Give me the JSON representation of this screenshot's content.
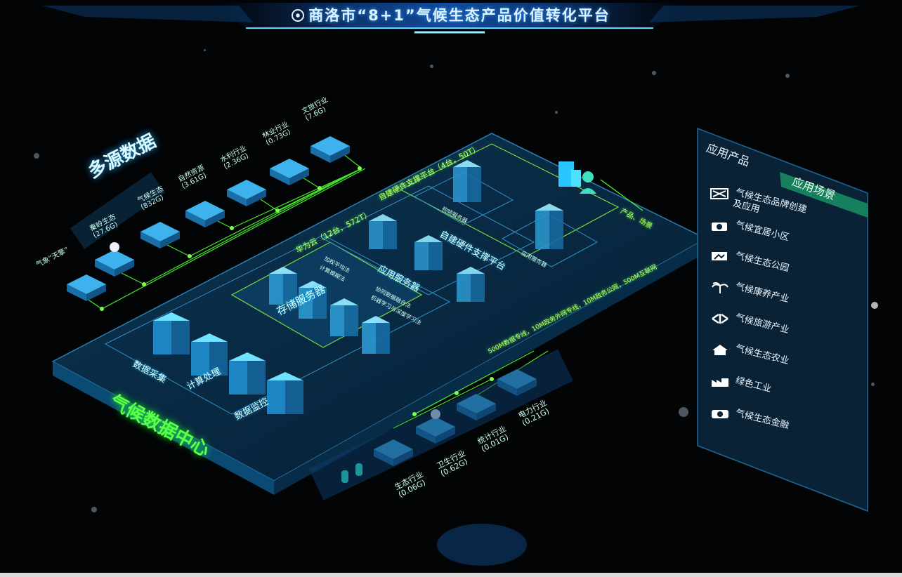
{
  "header": {
    "title": "商洛市“8+1”气候生态产品价值转化平台",
    "logo_icon": "emblem-icon"
  },
  "colors": {
    "background": "#020406",
    "platform": "#0d3b5c",
    "glow_green": "#39ff3a",
    "accent_cyan": "#29c6ff"
  },
  "multisource": {
    "title": "多源数据",
    "sources": [
      {
        "name": "气象“天擎”",
        "size": ""
      },
      {
        "name": "秦岭生态",
        "size": "(27.6G)"
      },
      {
        "name": "气候生态",
        "size": "(832G)"
      },
      {
        "name": "自然资源",
        "size": "(3.61G)"
      },
      {
        "name": "水利行业",
        "size": "(2.36G)"
      },
      {
        "name": "林业行业",
        "size": "(0.73G)"
      },
      {
        "name": "文旅行业",
        "size": "(7.6G)"
      }
    ]
  },
  "center": {
    "title": "气候数据中心",
    "huawei": "华为云（12台，572T）",
    "self_built_top": "自建硬件支撑平台（4台，50T）",
    "self_built_label": "自建硬件支撑平台",
    "video_server": "视频服务器",
    "app_server_small": "应用服务器",
    "app_server_main": "应用服务器",
    "storage": "存储服务器",
    "algo_left": [
      "加权平均法",
      "计算模糊法"
    ],
    "algo_right": [
      "协同数据融合法",
      "机器学习与深度学习法"
    ],
    "pipeline": [
      "数据采集",
      "计算处理",
      "数据监控"
    ],
    "network": "500M数据专线，10M政务外网专线，10M政务公网，500M互联网",
    "product_label": "产品、场景"
  },
  "bottom_sources": [
    {
      "name": "生态行业",
      "size": "(0.06G)"
    },
    {
      "name": "卫生行业",
      "size": "(0.62G)"
    },
    {
      "name": "统计行业",
      "size": "(0.01G)"
    },
    {
      "name": "电力行业",
      "size": "(0.21G)"
    }
  ],
  "panel": {
    "tab_products": "应用产品",
    "tab_scenes": "应用场景",
    "items": [
      {
        "icon": "brand-icon",
        "label": "气候生态品牌创建及应用"
      },
      {
        "icon": "camera-icon",
        "label": "气候宜居小区"
      },
      {
        "icon": "park-icon",
        "label": "气候生态公园"
      },
      {
        "icon": "palm-icon",
        "label": "气候康养产业"
      },
      {
        "icon": "leaf-icon",
        "label": "气候旅游产业"
      },
      {
        "icon": "house-icon",
        "label": "气候生态农业"
      },
      {
        "icon": "factory-icon",
        "label": "绿色工业"
      },
      {
        "icon": "finance-icon",
        "label": "气候生态金融"
      }
    ]
  }
}
